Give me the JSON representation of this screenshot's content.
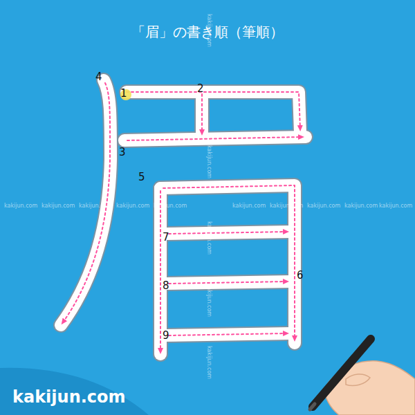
{
  "diagram": {
    "title": "「眉」の書き順（筆順）",
    "labels": [
      "1",
      "2",
      "3",
      "4",
      "5",
      "6",
      "7",
      "8",
      "9",
      "kakijun.com",
      "kakijun.com",
      "kakijun.com",
      "kakijun.com",
      "kakijun.com",
      "kakijun.com",
      "kakijun.com",
      "kakijun.com",
      "kakijun.com",
      "kakijun.com",
      "kakijun.com",
      "kakijun.com",
      "kakijun.com",
      "kakijun.com",
      "kakijun.com",
      "kakijun.com"
    ]
  }
}
